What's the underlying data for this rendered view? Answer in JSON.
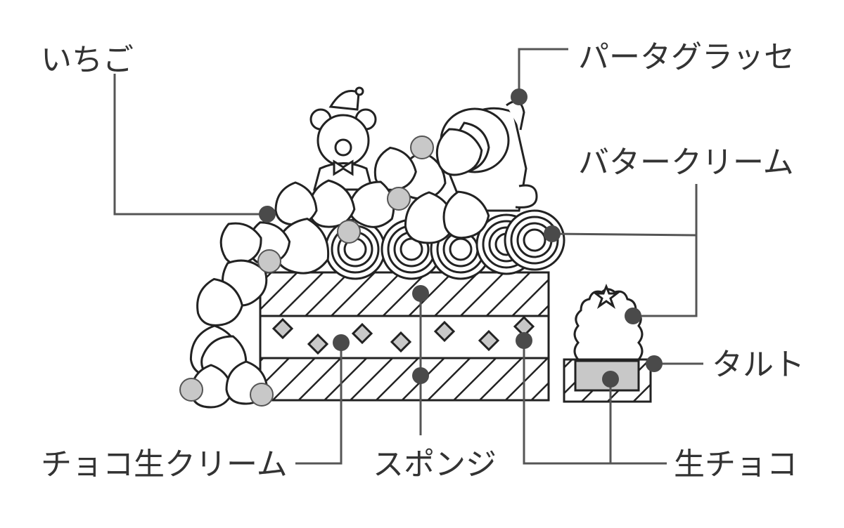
{
  "labels": {
    "strawberry": "いちご",
    "pate_glacee": "パータグラッセ",
    "butter_cream": "バタークリーム",
    "tart": "タルト",
    "nama_choco": "生チョコ",
    "sponge": "スポンジ",
    "choco_cream": "チョコ生クリーム"
  },
  "colors": {
    "leader": "#555555",
    "dot": "#4a4a4a",
    "highlight": "#c8c8c8",
    "outline": "#222222"
  }
}
